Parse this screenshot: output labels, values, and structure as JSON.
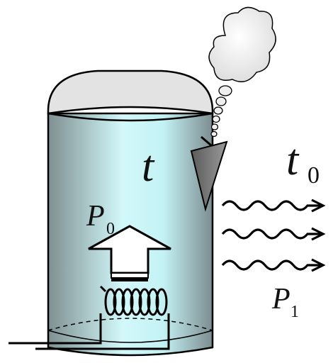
{
  "labels": {
    "inner_temperature": "t",
    "outer_temperature": {
      "symbol": "t",
      "subscript": "0"
    },
    "heater_power": {
      "symbol": "P",
      "subscript": "0"
    },
    "loss_power": {
      "symbol": "P",
      "subscript": "1"
    }
  },
  "colors": {
    "tank_light": "#c8f4f6",
    "tank_dark": "#7a8a8c",
    "lid": "#e2e2e2",
    "outline": "#000000"
  }
}
